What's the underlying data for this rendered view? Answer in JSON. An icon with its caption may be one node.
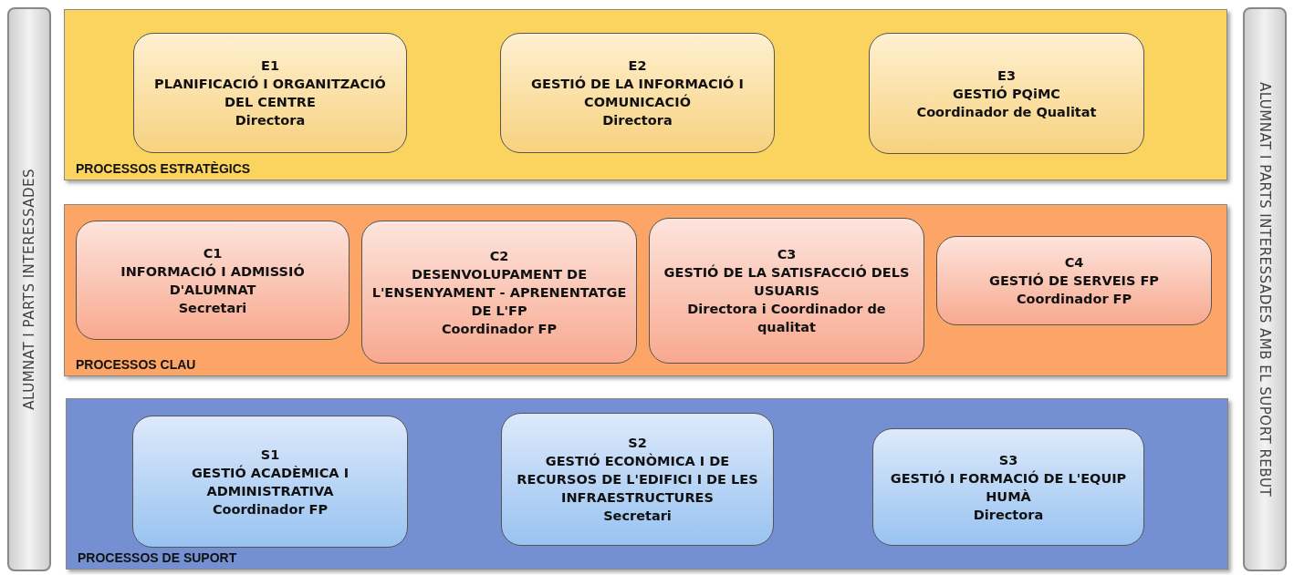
{
  "diagram": {
    "nodes": [
      {
        "text": [
          "ALUMNAT I PARTS INTERESSADES"
        ]
      },
      {
        "text": [
          "PROCESSOS ESTRATÈGICS"
        ]
      },
      {
        "text": [
          "E1",
          "PLANIFICACIÓ I ORGANITZACIÓ DEL CENTRE",
          "Directora"
        ],
        "in": 1
      },
      {
        "text": [
          "E2",
          "GESTIÓ DE LA INFORMACIÓ I COMUNICACIÓ",
          "Directora"
        ],
        "in": 1
      },
      {
        "text": [
          "E3",
          "GESTIÓ PQiMC",
          "Coordinador de Qualitat"
        ],
        "in": 1
      },
      {
        "text": [
          "PROCESSOS CLAU"
        ]
      },
      {
        "text": [
          "C1",
          "INFORMACIÓ I ADMISSIÓ D'ALUMNAT",
          "Secretari"
        ],
        "in": 5
      },
      {
        "text": [
          "C2",
          "DESENVOLUPAMENT DE L'ENSENYAMENT - APRENENTATGE DE L'FP",
          "Coordinador FP"
        ],
        "in": 5
      },
      {
        "text": [
          "C3",
          "GESTIÓ DE LA SATISFACCIÓ DELS USUARIS",
          "Directora i Coordinador de qualitat"
        ],
        "in": 5
      },
      {
        "text": [
          "C4",
          "GESTIÓ DE SERVEIS FP",
          "Coordinador FP"
        ],
        "in": 5
      },
      {
        "text": [
          "PROCESSOS DE SUPORT"
        ]
      },
      {
        "text": [
          "S1",
          "GESTIÓ ACADÈMICA I ADMINISTRATIVA",
          "Coordinador FP"
        ],
        "in": 10
      },
      {
        "text": [
          "S2",
          "GESTIÓ ECONÒMICA I DE RECURSOS DE L'EDIFICI I DE LES INFRAESTRUCTURES",
          "Secretari"
        ],
        "in": 10
      },
      {
        "text": [
          "S3",
          "GESTIÓ I FORMACIÓ DE L'EQUIP HUMÀ",
          "Directora"
        ],
        "in": 10
      },
      {
        "text": [
          "ALUMNAT I PARTS INTERESSADES AMB EL SUPORT REBUT"
        ]
      }
    ]
  }
}
